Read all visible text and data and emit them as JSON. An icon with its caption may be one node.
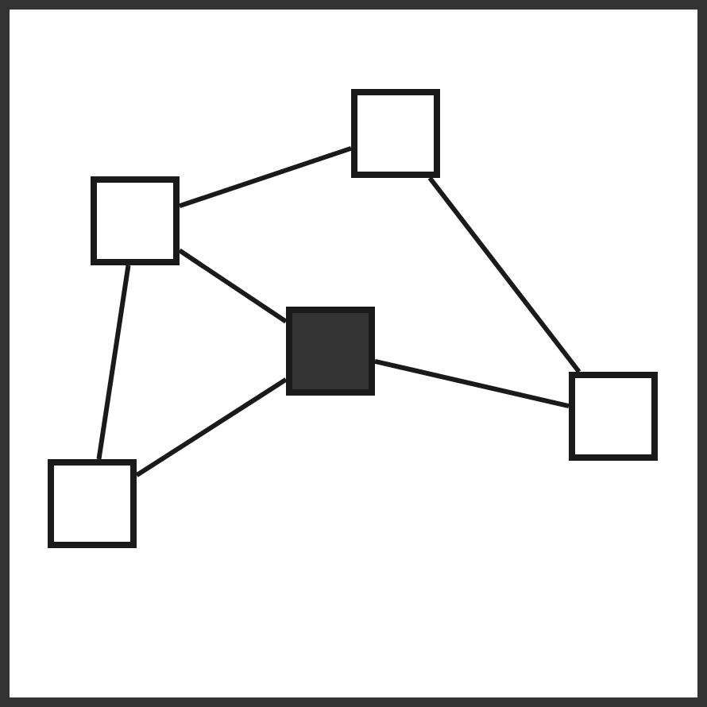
{
  "diagram": {
    "nodes": [
      {
        "text": [],
        "shape": "box"
      },
      {
        "text": [],
        "shape": "box"
      },
      {
        "text": [],
        "shape": "box"
      },
      {
        "text": [],
        "shape": "box"
      },
      {
        "text": [],
        "shape": "box"
      }
    ],
    "edges": [
      {
        "from": 1,
        "to": 0,
        "arrow": "none"
      },
      {
        "from": 1,
        "to": 2,
        "arrow": "none"
      },
      {
        "from": 1,
        "to": 4,
        "arrow": "none"
      },
      {
        "from": 0,
        "to": 3,
        "arrow": "none"
      },
      {
        "from": 2,
        "to": 3,
        "arrow": "none"
      },
      {
        "from": 2,
        "to": 4,
        "arrow": "none"
      }
    ]
  }
}
